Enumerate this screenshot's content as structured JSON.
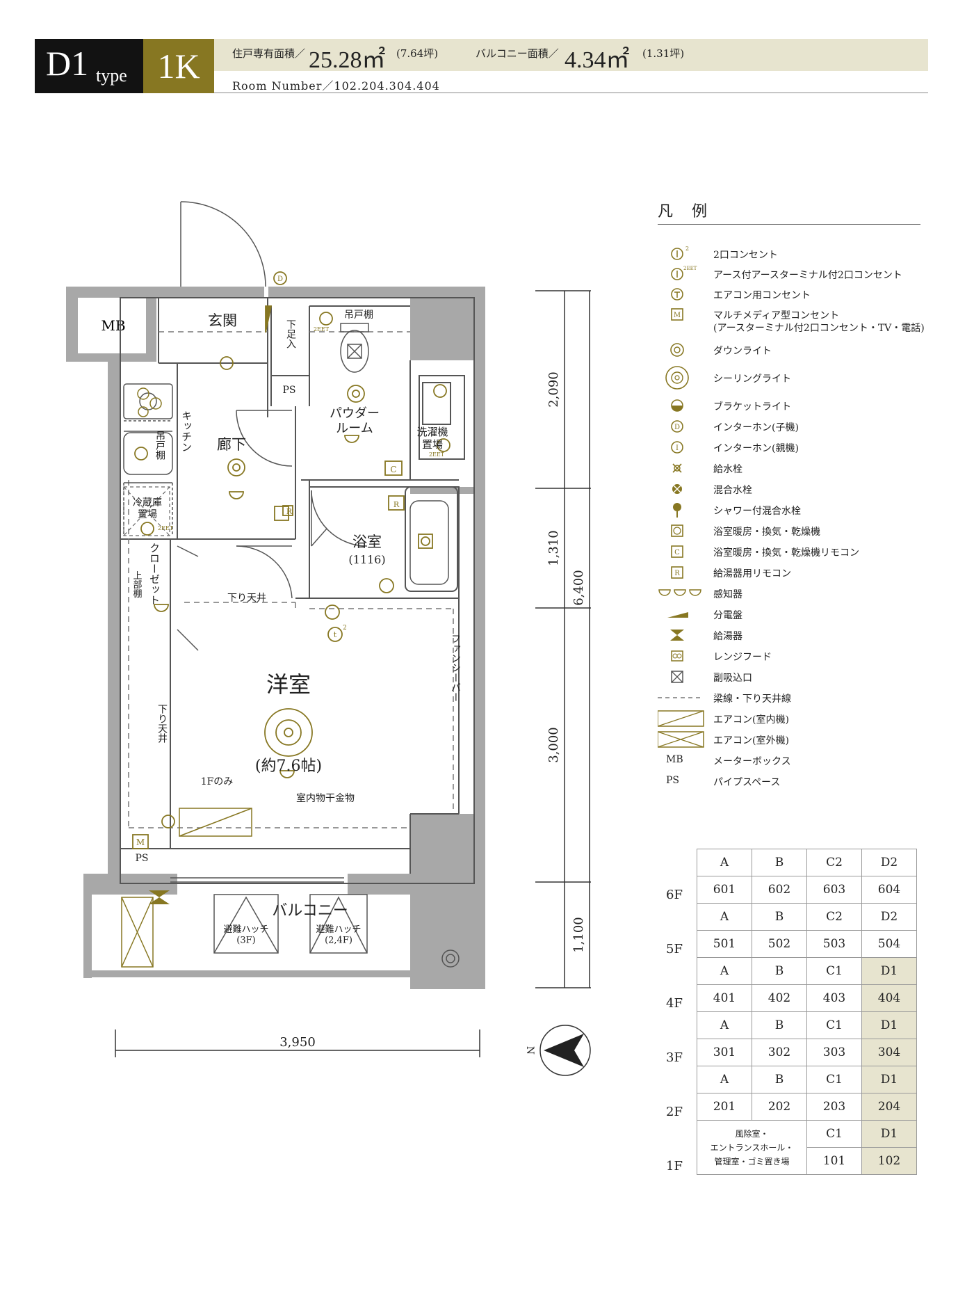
{
  "header": {
    "type_code": "D1",
    "type_word": "type",
    "layout": "1K",
    "area_label": "住戸専有面積／",
    "area_value": "25.28㎡",
    "area_tsubo": "(7.64坪)",
    "balcony_label": "バルコニー面積／",
    "balcony_value": "4.34㎡",
    "balcony_tsubo": "(1.31坪)",
    "room_numbers": "Room Number／102.204.304.404"
  },
  "plan": {
    "rooms": {
      "mb": "MB",
      "entrance": "玄関",
      "shoe_box": "下足入",
      "ps": "PS",
      "ps2": "PS",
      "hanging_shelf": "吊戸棚",
      "powder_room": "パウダー\nルーム",
      "washer": "洗濯機\n置場",
      "kitchen": "キッチン",
      "kitchen_shelf": "吊戸棚",
      "corridor": "廊下",
      "fridge": "冷蔵庫\n置場",
      "bath": "浴室",
      "bath_size": "(1116)",
      "closet": "クローゼット",
      "upper_shelf": "上部棚",
      "lowered_ceiling_1": "下り天井",
      "lowered_ceiling_2": "下り天井",
      "western_room": "洋室",
      "western_size": "(約7.6帖)",
      "fan_shaper": "ファンシーバー",
      "first_floor_only": "1Fのみ",
      "indoor_dryer": "室内物干金物",
      "balcony": "バルコニー",
      "hatch_3f": "避難ハッチ\n(3F)",
      "hatch_24f": "避難ハッチ\n(2,4F)",
      "eet_1": "2EET",
      "eet_2": "2EET",
      "eet_3": "2EET",
      "sym_m": "M",
      "sym_r1": "R",
      "sym_r2": "R",
      "sym_c": "C",
      "sym_d": "D",
      "sym_t": "t",
      "sym_2": "2"
    },
    "dimensions": {
      "d_2090": "2,090",
      "d_1310": "1,310",
      "d_3000": "3,000",
      "d_1100": "1,100",
      "d_6400": "6,400",
      "d_3950": "3,950"
    },
    "compass": "N"
  },
  "legend": {
    "title": "凡 例",
    "items": [
      {
        "label": "2口コンセント"
      },
      {
        "label": "アース付アースターミナル付2口コンセント"
      },
      {
        "label": "エアコン用コンセント"
      },
      {
        "label": "マルチメディア型コンセント",
        "label2": "(アースターミナル付2口コンセント・TV・電話)"
      },
      {
        "label": "ダウンライト"
      },
      {
        "label": "シーリングライト"
      },
      {
        "label": "ブラケットライト"
      },
      {
        "label": "インターホン(子機)"
      },
      {
        "label": "インターホン(親機)"
      },
      {
        "label": "給水栓"
      },
      {
        "label": "混合水栓"
      },
      {
        "label": "シャワー付混合水栓"
      },
      {
        "label": "浴室暖房・換気・乾燥機"
      },
      {
        "label": "浴室暖房・換気・乾燥機リモコン"
      },
      {
        "label": "給湯器用リモコン"
      },
      {
        "label": "感知器"
      },
      {
        "label": "分電盤"
      },
      {
        "label": "給湯器"
      },
      {
        "label": "レンジフード"
      },
      {
        "label": "副吸込口"
      },
      {
        "label": "梁線・下り天井線"
      },
      {
        "label": "エアコン(室内機)"
      },
      {
        "label": "エアコン(室外機)"
      },
      {
        "label": "メーターボックス",
        "code": "MB"
      },
      {
        "label": "パイプスペース",
        "code": "PS"
      }
    ],
    "sym_2": "2",
    "sym_eet": "2EET",
    "sym_m": "M",
    "sym_d": "D",
    "sym_i": "I",
    "sym_c": "C",
    "sym_r": "R"
  },
  "floor_table": {
    "rows": [
      {
        "floor": "6F",
        "codes": [
          "A",
          "B",
          "C2",
          "D2"
        ],
        "rooms": [
          "601",
          "602",
          "603",
          "604"
        ],
        "hl": [
          false,
          false,
          false,
          false
        ]
      },
      {
        "floor": "5F",
        "codes": [
          "A",
          "B",
          "C2",
          "D2"
        ],
        "rooms": [
          "501",
          "502",
          "503",
          "504"
        ],
        "hl": [
          false,
          false,
          false,
          false
        ]
      },
      {
        "floor": "4F",
        "codes": [
          "A",
          "B",
          "C1",
          "D1"
        ],
        "rooms": [
          "401",
          "402",
          "403",
          "404"
        ],
        "hl": [
          false,
          false,
          false,
          true
        ]
      },
      {
        "floor": "3F",
        "codes": [
          "A",
          "B",
          "C1",
          "D1"
        ],
        "rooms": [
          "301",
          "302",
          "303",
          "304"
        ],
        "hl": [
          false,
          false,
          false,
          true
        ]
      },
      {
        "floor": "2F",
        "codes": [
          "A",
          "B",
          "C1",
          "D1"
        ],
        "rooms": [
          "201",
          "202",
          "203",
          "204"
        ],
        "hl": [
          false,
          false,
          false,
          true
        ]
      }
    ],
    "first_floor": {
      "floor": "1F",
      "note_1": "風除室・",
      "note_2": "エントランスホール・",
      "note_3": "管理室・ゴミ置き場",
      "codes": [
        "C1",
        "D1"
      ],
      "rooms": [
        "101",
        "102"
      ]
    }
  },
  "colors": {
    "accent": "#877722",
    "header_black": "#121212",
    "band": "#e7e4cf",
    "wall": "#a8a8a8"
  }
}
